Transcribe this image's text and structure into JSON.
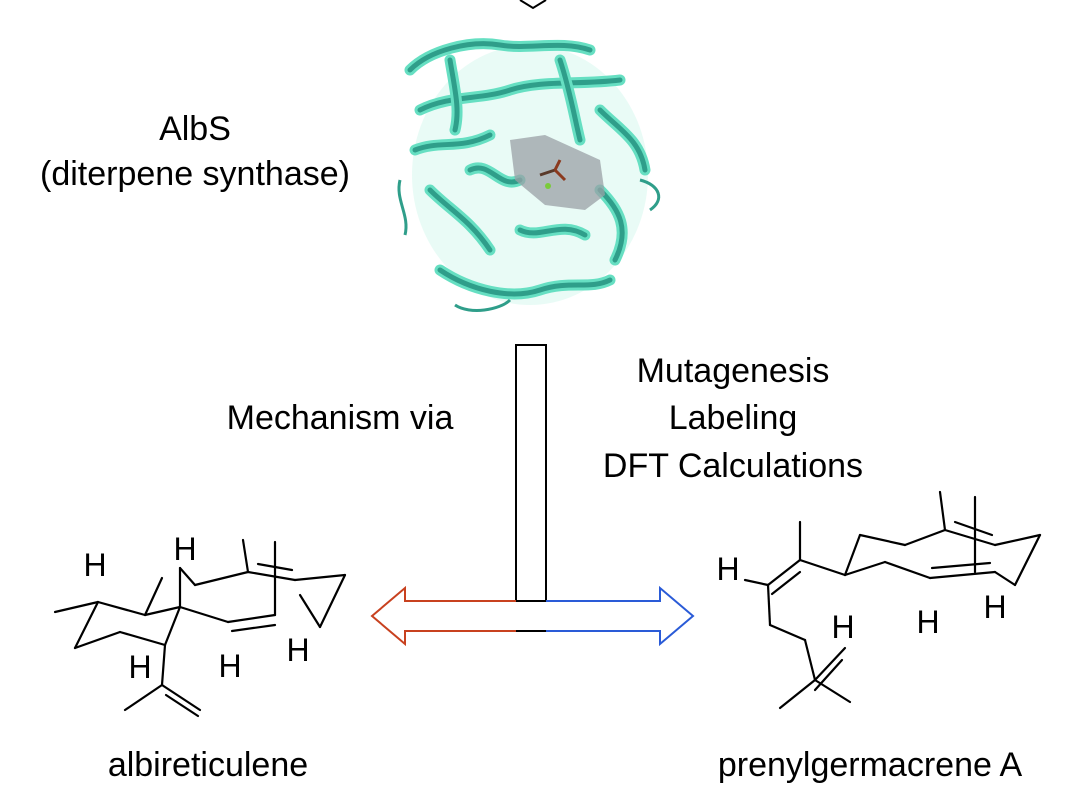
{
  "enzyme": {
    "name": "AlbS",
    "description": "(diterpene synthase)"
  },
  "center_left_label": "Mechanism via",
  "methods": [
    "Mutagenesis",
    "Labeling",
    "DFT Calculations"
  ],
  "products": {
    "left": {
      "name": "albireticulene",
      "color": "#c8411f"
    },
    "right": {
      "name": "prenylgermacrene A",
      "color": "#2a5bd7"
    }
  },
  "atom_label": "H",
  "colors": {
    "protein": "#66dfc2",
    "protein_dark": "#2f9e8a",
    "pocket": "#9aa0a6"
  }
}
